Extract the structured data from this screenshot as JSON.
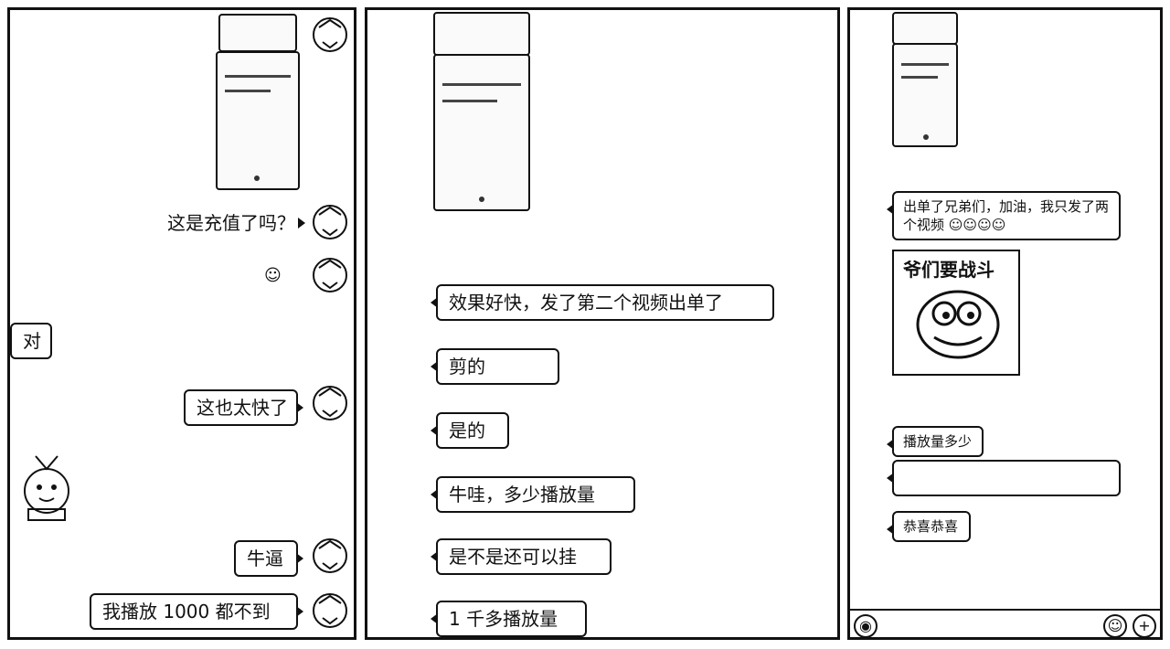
{
  "panel1": {
    "messages": [
      {
        "text": "这是充值了吗？"
      },
      {
        "text": "这也太快了"
      },
      {
        "text": "牛逼"
      },
      {
        "text": "我播放 1000 都不到"
      }
    ],
    "left_messages": [
      {
        "text": "对"
      }
    ]
  },
  "panel2": {
    "messages": [
      {
        "text": "效果好快，发了第二个视频出单了"
      },
      {
        "text": "剪的"
      },
      {
        "text": "是的"
      },
      {
        "text": "牛哇，多少播放量"
      },
      {
        "text": "是不是还可以挂"
      },
      {
        "text": "1 千多播放量"
      }
    ]
  },
  "panel3": {
    "messages": [
      {
        "text": "出单了兄弟们，加油，我只发了两个视频"
      },
      {
        "text": "播放量多少"
      },
      {
        "text": "恭喜恭喜"
      }
    ],
    "sticker_caption": "爷们要战斗",
    "icons": {
      "voice": "voice-icon",
      "emoji": "emoji-icon",
      "plus": "plus-icon"
    }
  },
  "colors": {
    "ink": "#111111",
    "paper": "#ffffff"
  }
}
